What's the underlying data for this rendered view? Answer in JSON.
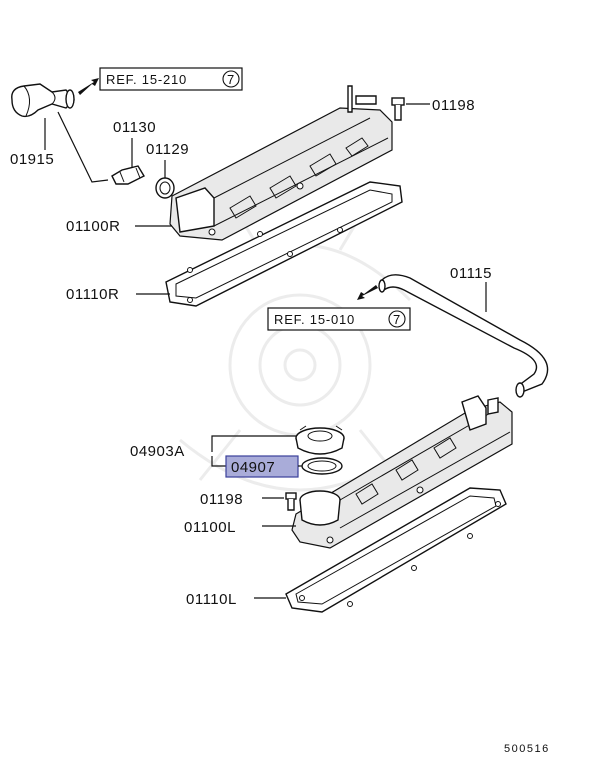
{
  "references": [
    {
      "text": "REF. 15-210",
      "circle_num": "7"
    },
    {
      "text": "REF. 15-010",
      "circle_num": "7"
    }
  ],
  "parts": {
    "p01915": "01915",
    "p01130": "01130",
    "p01129": "01129",
    "p01198_top": "01198",
    "p01100R": "01100R",
    "p01110R": "01110R",
    "p01115": "01115",
    "p04903A": "04903A",
    "p04907": "04907",
    "p01198_bottom": "01198",
    "p01100L": "01100L",
    "p01110L": "01110L"
  },
  "highlight_color": "#a9acd9",
  "diagram_code": "500516"
}
